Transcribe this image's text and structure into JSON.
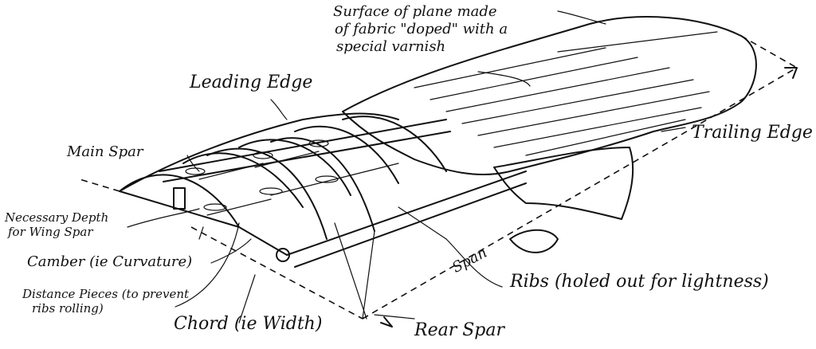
{
  "labels": {
    "surface_line1": "Surface of plane made",
    "surface_line2": "of fabric \"doped\" with a",
    "surface_line3": "special varnish",
    "leading_edge": "Leading Edge",
    "trailing_edge": "Trailing Edge",
    "main_spar": "Main Spar",
    "depth_line1": "Necessary Depth",
    "depth_line2": "for Wing Spar",
    "camber": "Camber (ie Curvature)",
    "distance_line1": "Distance Pieces (to prevent",
    "distance_line2": "ribs rolling)",
    "chord": "Chord (ie Width)",
    "rear_spar": "Rear Spar",
    "ribs": "Ribs (holed out for lightness)",
    "span": "Span"
  }
}
